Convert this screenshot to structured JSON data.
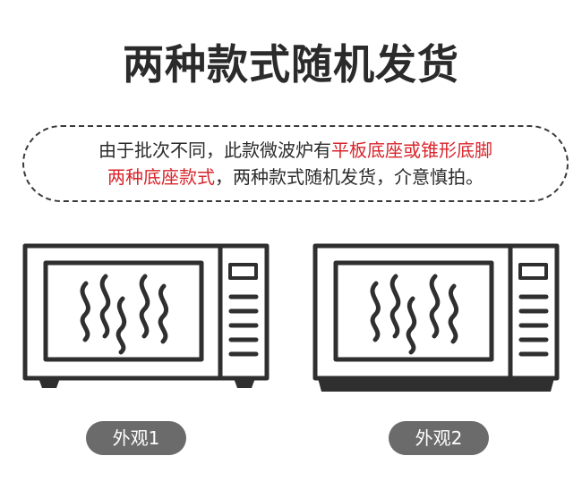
{
  "title": "两种款式随机发货",
  "notice": {
    "line1_plain": "由于批次不同，此款微波炉有",
    "line1_highlight": "平板底座或锥形底脚",
    "line2_highlight": "两种底座款式",
    "line2_plain": "，两种款式随机发货，介意慎拍。",
    "highlight_color": "#d9262c"
  },
  "variants": [
    {
      "label": "外观1",
      "base_style": "two feet"
    },
    {
      "label": "外观2",
      "base_style": "flat base"
    }
  ],
  "colors": {
    "text": "#2b2b2b",
    "pill_bg": "#6b6b6b",
    "pill_text": "#ffffff",
    "outline": "#2f2f2f"
  }
}
